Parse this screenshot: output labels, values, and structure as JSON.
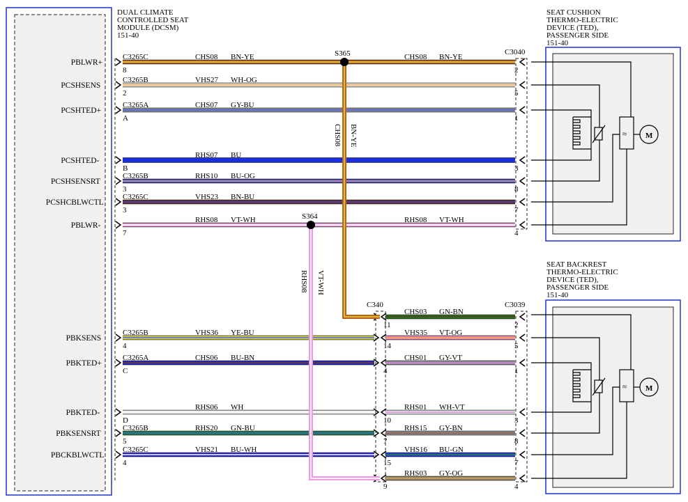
{
  "module": {
    "name_lines": [
      "DUAL CLIMATE",
      "CONTROLLED SEAT",
      "MODULE (DCSM)",
      "151-40"
    ]
  },
  "ted_cushion": {
    "title_lines": [
      "SEAT CUSHION",
      "THERMO-ELECTRIC",
      "DEVICE (TED),",
      "PASSENGER SIDE",
      "151-40"
    ]
  },
  "ted_backrest": {
    "title_lines": [
      "SEAT BACKREST",
      "THERMO-ELECTRIC",
      "DEVICE (TED),",
      "PASSENGER SIDE",
      "151-40"
    ]
  },
  "motor_label": "M",
  "connectors": {
    "cushion": "C3040",
    "backrest": "C3039",
    "inline": "C340"
  },
  "splices": {
    "s365": "S365",
    "s364": "S364"
  },
  "vertical_labels": {
    "chs08_circuit": "CHS08",
    "chs08_color": "BN-YE",
    "rhs08_circuit": "RHS08",
    "rhs08_color": "VT-WH"
  },
  "wires": [
    {
      "id": "w1",
      "signal": "PBLWR+",
      "dcsm_conn": "C3265C",
      "dcsm_pin": "8",
      "circuit": "CHS08",
      "color_code": "BN-YE",
      "right_circuit": "CHS08",
      "right_color": "BN-YE",
      "ted_pin": "2",
      "color_main": "#b8641e",
      "color_stripe": "#e8d23a"
    },
    {
      "id": "w2",
      "signal": "PCSHSENS",
      "dcsm_conn": "C3265B",
      "dcsm_pin": "2",
      "circuit": "VHS27",
      "color_code": "WH-OG",
      "right_circuit": "",
      "right_color": "",
      "ted_pin": "5",
      "color_main": "#f4efe2",
      "color_stripe": "#f0a040"
    },
    {
      "id": "w3",
      "signal": "PCSHTED+",
      "dcsm_conn": "C3265A",
      "dcsm_pin": "A",
      "circuit": "CHS07",
      "color_code": "GY-BU",
      "right_circuit": "",
      "right_color": "",
      "ted_pin": "1",
      "color_main": "#9a9aa6",
      "color_stripe": "#3a4ee0"
    },
    {
      "id": "w4",
      "signal": "PCSHTED-",
      "dcsm_conn": "",
      "dcsm_pin": "B",
      "circuit": "RHS07",
      "color_code": "BU",
      "right_circuit": "",
      "right_color": "",
      "ted_pin": "3",
      "color_main": "#1a2ee6",
      "color_stripe": "#1a2ee6"
    },
    {
      "id": "w5",
      "signal": "PCSHSENSRT",
      "dcsm_conn": "C3265B",
      "dcsm_pin": "3",
      "circuit": "RHS10",
      "color_code": "BU-OG",
      "right_circuit": "",
      "right_color": "",
      "ted_pin": "8",
      "color_main": "#3a4ee0",
      "color_stripe": "#f0a040"
    },
    {
      "id": "w6",
      "signal": "PCSHCBLWCTL",
      "dcsm_conn": "C3265C",
      "dcsm_pin": "3",
      "circuit": "VHS23",
      "color_code": "BN-BU",
      "right_circuit": "",
      "right_color": "",
      "ted_pin": "7",
      "color_main": "#6a3a20",
      "color_stripe": "#3a3ae0"
    },
    {
      "id": "w7",
      "signal": "PBLWR-",
      "dcsm_conn": "",
      "dcsm_pin": "7",
      "circuit": "RHS08",
      "color_code": "VT-WH",
      "right_circuit": "RHS08",
      "right_color": "VT-WH",
      "ted_pin": "4",
      "color_main": "#e89ee0",
      "color_stripe": "#ffffff"
    },
    {
      "id": "w8",
      "signal": "PBKSENS",
      "dcsm_conn": "C3265B",
      "dcsm_pin": "4",
      "circuit": "VHS36",
      "color_code": "YE-BU",
      "inline_pin": "14",
      "right_circuit": "VHS35",
      "right_color": "VT-OG",
      "ted_pin": "5",
      "color_main": "#e0e040",
      "color_stripe": "#4a5ae0",
      "right_main": "#f08cc0",
      "right_stripe": "#f0a040"
    },
    {
      "id": "w9",
      "signal": "PBKTED+",
      "dcsm_conn": "C3265A",
      "dcsm_pin": "C",
      "circuit": "CHS06",
      "color_code": "BU-BN",
      "inline_pin": "4",
      "right_circuit": "CHS01",
      "right_color": "GY-VT",
      "ted_pin": "1",
      "color_main": "#2a2ad0",
      "color_stripe": "#6a3a20",
      "right_main": "#9a9aa6",
      "right_stripe": "#d878d8"
    },
    {
      "id": "w10",
      "signal": "PBKTED-",
      "dcsm_conn": "",
      "dcsm_pin": "D",
      "circuit": "RHS06",
      "color_code": "WH",
      "inline_pin": "10",
      "right_circuit": "RHS01",
      "right_color": "WH-VT",
      "ted_pin": "3",
      "color_main": "#f4f4f4",
      "color_stripe": "#f4f4f4",
      "right_main": "#f4f4f4",
      "right_stripe": "#d878d8"
    },
    {
      "id": "w11",
      "signal": "PBKSENSRT",
      "dcsm_conn": "C3265B",
      "dcsm_pin": "5",
      "circuit": "RHS20",
      "color_code": "GN-BU",
      "inline_pin": "7",
      "right_circuit": "RHS15",
      "right_color": "GY-BN",
      "ted_pin": "8",
      "color_main": "#1e8a3a",
      "color_stripe": "#3a4ee0",
      "right_main": "#9a9aa6",
      "right_stripe": "#8a4a2a"
    },
    {
      "id": "w12",
      "signal": "PBCKBLWCTL",
      "dcsm_conn": "C3265C",
      "dcsm_pin": "4",
      "circuit": "VHS21",
      "color_code": "BU-WH",
      "inline_pin": "15",
      "right_circuit": "VHS16",
      "right_color": "BU-GN",
      "ted_pin": "7",
      "color_main": "#2a2ad0",
      "color_stripe": "#f4f4f4",
      "right_main": "#2a3ae0",
      "right_stripe": "#1e8a3a"
    }
  ],
  "inline_branches": [
    {
      "id": "b1",
      "inline_pin": "11",
      "right_circuit": "CHS03",
      "right_color": "GN-BN",
      "ted_pin": "2",
      "right_main": "#2e7a1e",
      "right_stripe": "#4a3a1a"
    },
    {
      "id": "b2",
      "inline_pin": "9",
      "right_circuit": "RHS03",
      "right_color": "GY-OG",
      "ted_pin": "4",
      "right_main": "#9a8a6a",
      "right_stripe": "#c8a060"
    }
  ]
}
